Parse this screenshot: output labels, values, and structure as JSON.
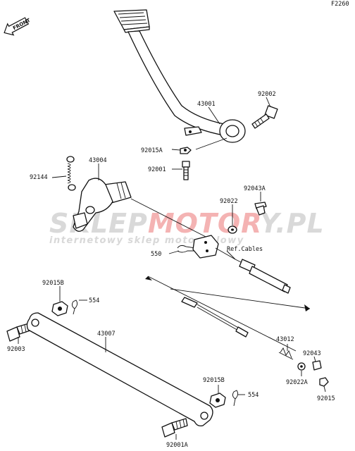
{
  "figure_code": "F2260",
  "front_label": "FRONT",
  "watermark": {
    "prefix": "SKLEP",
    "highlight": "MOTOR",
    "suffix": "Y.PL",
    "subtitle": "internetowy sklep motocyklowy",
    "gray": "#d9d9d9",
    "red": "#f4b3b3"
  },
  "parts": {
    "p43001": "43001",
    "p92002": "92002",
    "p92015A": "92015A",
    "p92001": "92001",
    "p43004": "43004",
    "p92144": "92144",
    "p92043A": "92043A",
    "p92022": "92022",
    "p550": "550",
    "ref_cables": "Ref.Cables",
    "p92015B_top": "92015B",
    "p554_top": "554",
    "p92003": "92003",
    "p43007": "43007",
    "p43012": "43012",
    "p92043": "92043",
    "p92022A": "92022A",
    "p92015": "92015",
    "p92015B_bottom": "92015B",
    "p554_bottom": "554",
    "p92001A": "92001A"
  }
}
